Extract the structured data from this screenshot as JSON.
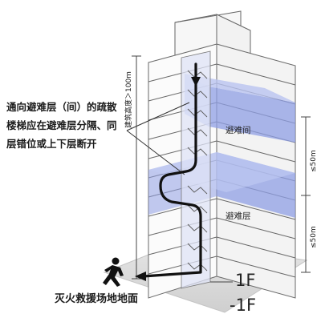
{
  "callout": {
    "line1": "通向避难层（间）的疏散",
    "line2": "楼梯应在避难层分隔、同",
    "line3": "层错位或上下层断开"
  },
  "labels": {
    "refuge_room": "避难间",
    "refuge_floor": "避难层",
    "building_height": "建筑高度＞100m",
    "interval_upper": "≤50m",
    "interval_lower": "≤50m",
    "floor_1f": "1F",
    "floor_b1": "-1F",
    "ground": "灭火救援场地地面"
  },
  "colors": {
    "refuge": "#8f9fe4",
    "route": "#111111",
    "outline": "#555555",
    "ground": "#d8d8d8"
  }
}
